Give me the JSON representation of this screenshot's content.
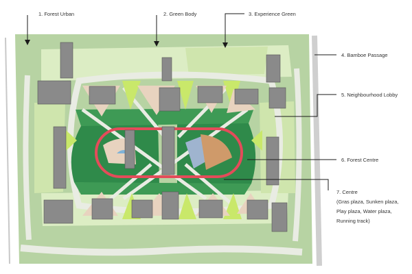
{
  "colors": {
    "background": "#ffffff",
    "site_green": "#b7d3a3",
    "light_green": "#dcedc4",
    "mid_green": "#8fbf6f",
    "dark_green": "#2f8a4a",
    "bright_green": "#c9e86a",
    "path": "#e9ece3",
    "plaza_beige": "#e8d3bf",
    "track_red": "#e44c5a",
    "building": "#8a8a8a",
    "text": "#333333",
    "leader": "#1a1a1a",
    "arrow": "#1a1a1a"
  },
  "labels": [
    {
      "id": "forest-urban",
      "text": "1. Forest Urban"
    },
    {
      "id": "green-body",
      "text": "2. Green Body"
    },
    {
      "id": "experience-green",
      "text": "3. Experience Green"
    },
    {
      "id": "bamboe-passage",
      "text": "4. Bamboe Passage"
    },
    {
      "id": "neighbourhood-lobby",
      "text": "5. Neighbourhood Lobby"
    },
    {
      "id": "forest-centre",
      "text": "6. Forest Centre"
    },
    {
      "id": "centre",
      "text": "7. Centre",
      "details": [
        "(Gras plaza, Sunken plaza,",
        "Play plaza, Water plaza,",
        "Running track)"
      ]
    }
  ]
}
